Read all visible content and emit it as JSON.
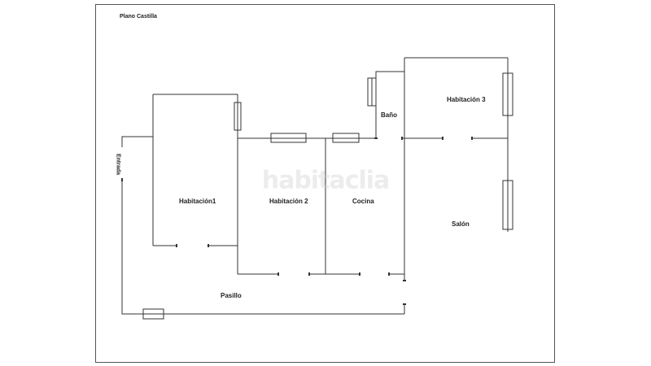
{
  "plan": {
    "title": "Plano Castilla",
    "entrance": "Entrada",
    "rooms": {
      "habitacion1": "Habitación1",
      "habitacion2": "Habitación 2",
      "cocina": "Cocina",
      "bano": "Baño",
      "habitacion3": "Habitación 3",
      "salon": "Salón",
      "pasillo": "Pasillo"
    },
    "watermark": "habitaclia"
  },
  "colors": {
    "wall": "#333333",
    "frame": "#555555",
    "text": "#222222"
  }
}
